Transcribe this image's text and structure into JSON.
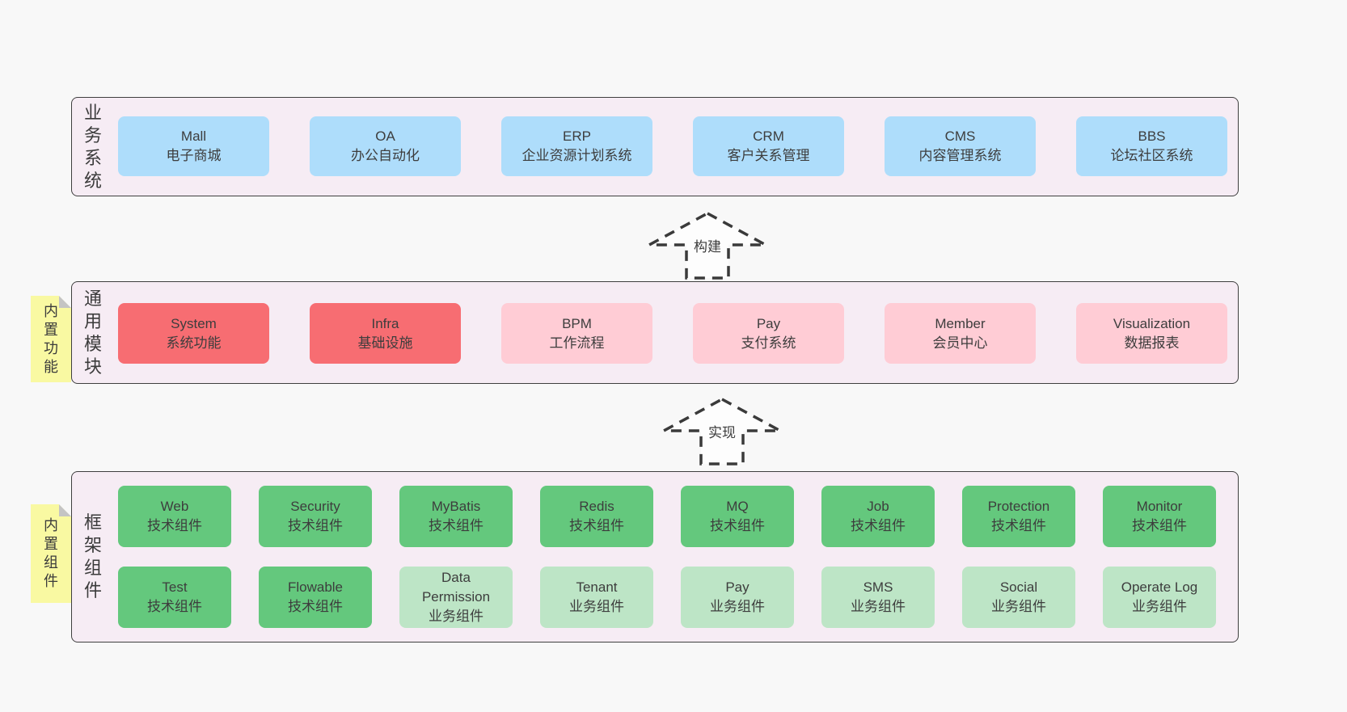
{
  "colors": {
    "page-bg": "#f8f8f8",
    "panel-bg": "#f6ecf4",
    "panel-border": "#3f3f3f",
    "blue": "#aeddfb",
    "red": "#f76d72",
    "pink": "#ffccd5",
    "green": "#64c87d",
    "light-green": "#bde5c6",
    "tag-yellow": "#f9f9a2",
    "fold-gray": "#c4c4c4",
    "text": "#3d3d3d"
  },
  "arrows": [
    {
      "label": "构建"
    },
    {
      "label": "实现"
    }
  ],
  "layers": [
    {
      "label": "业务系统",
      "boxes": [
        {
          "title": "Mall",
          "subtitle": "电子商城"
        },
        {
          "title": "OA",
          "subtitle": "办公自动化"
        },
        {
          "title": "ERP",
          "subtitle": "企业资源计划系统"
        },
        {
          "title": "CRM",
          "subtitle": "客户关系管理"
        },
        {
          "title": "CMS",
          "subtitle": "内容管理系统"
        },
        {
          "title": "BBS",
          "subtitle": "论坛社区系统"
        }
      ]
    },
    {
      "label": "通用模块",
      "tag": "内置功能",
      "boxes": [
        {
          "title": "System",
          "subtitle": "系统功能"
        },
        {
          "title": "Infra",
          "subtitle": "基础设施"
        },
        {
          "title": "BPM",
          "subtitle": "工作流程"
        },
        {
          "title": "Pay",
          "subtitle": "支付系统"
        },
        {
          "title": "Member",
          "subtitle": "会员中心"
        },
        {
          "title": "Visualization",
          "subtitle": "数据报表"
        }
      ]
    },
    {
      "label": "框架组件",
      "tag": "内置组件",
      "rows": [
        {
          "boxes": [
            {
              "title": "Web",
              "subtitle": "技术组件"
            },
            {
              "title": "Security",
              "subtitle": "技术组件"
            },
            {
              "title": "MyBatis",
              "subtitle": "技术组件"
            },
            {
              "title": "Redis",
              "subtitle": "技术组件"
            },
            {
              "title": "MQ",
              "subtitle": "技术组件"
            },
            {
              "title": "Job",
              "subtitle": "技术组件"
            },
            {
              "title": "Protection",
              "subtitle": "技术组件"
            },
            {
              "title": "Monitor",
              "subtitle": "技术组件"
            }
          ]
        },
        {
          "boxes": [
            {
              "title": "Test",
              "subtitle": "技术组件"
            },
            {
              "title": "Flowable",
              "subtitle": "技术组件"
            },
            {
              "title": "Data Permission",
              "subtitle": "业务组件"
            },
            {
              "title": "Tenant",
              "subtitle": "业务组件"
            },
            {
              "title": "Pay",
              "subtitle": "业务组件"
            },
            {
              "title": "SMS",
              "subtitle": "业务组件"
            },
            {
              "title": "Social",
              "subtitle": "业务组件"
            },
            {
              "title": "Operate Log",
              "subtitle": "业务组件"
            }
          ]
        }
      ]
    }
  ]
}
